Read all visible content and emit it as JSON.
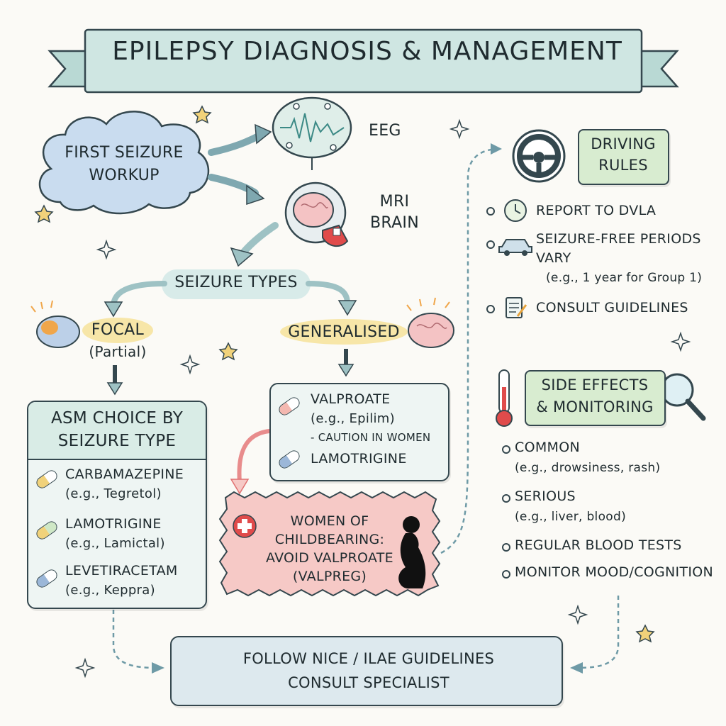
{
  "title": "EPILEPSY DIAGNOSIS & MANAGEMENT",
  "workup": {
    "start": "FIRST SEIZURE WORKUP",
    "eeg": "EEG",
    "mri_line1": "MRI",
    "mri_line2": "BRAIN"
  },
  "seizure_types": {
    "title": "SEIZURE TYPES",
    "focal": "FOCAL",
    "focal_sub": "(Partial)",
    "generalised": "GENERALISED"
  },
  "asm": {
    "title_line1": "ASM CHOICE BY",
    "title_line2": "SEIZURE TYPE",
    "drugs": [
      {
        "name": "CARBAMAZEPINE",
        "example": "(e.g., Tegretol)"
      },
      {
        "name": "LAMOTRIGINE",
        "example": "(e.g., Lamictal)"
      },
      {
        "name": "LEVETIRACETAM",
        "example": "(e.g., Keppra)"
      }
    ]
  },
  "generalised_drugs": {
    "valproate": "VALPROATE",
    "valproate_example": "(e.g., Epilim)",
    "valproate_note": "- CAUTION IN WOMEN",
    "lamotrigine": "LAMOTRIGINE"
  },
  "warning": {
    "line1": "WOMEN OF",
    "line2": "CHILDBEARING:",
    "line3": "AVOID VALPROATE",
    "line4": "(VALPREG)"
  },
  "driving": {
    "title_line1": "DRIVING",
    "title_line2": "RULES",
    "items": [
      {
        "text": "REPORT TO DVLA",
        "icon": "clock-icon"
      },
      {
        "text_line1": "SEIZURE-FREE PERIODS",
        "text_line2": "VARY",
        "sub": "(e.g., 1 year for Group 1)",
        "icon": "car-icon"
      },
      {
        "text": "CONSULT GUIDELINES",
        "icon": "document-icon"
      }
    ]
  },
  "side_effects": {
    "title_line1": "SIDE EFFECTS",
    "title_line2": "& MONITORING",
    "items": [
      {
        "text": "COMMON",
        "sub": "(e.g., drowsiness, rash)"
      },
      {
        "text": "SERIOUS",
        "sub": "(e.g., liver, blood)"
      },
      {
        "text": "REGULAR BLOOD TESTS"
      },
      {
        "text": "MONITOR MOOD/COGNITION"
      }
    ]
  },
  "footer": {
    "line1": "FOLLOW NICE / ILAE GUIDELINES",
    "line2": "CONSULT SPECIALIST"
  },
  "colors": {
    "ink": "#1f2b2f",
    "banner": "#cfe6e2",
    "cloud": "#c9dcef",
    "box_fill": "#eef5f3",
    "green_label": "#d8ecd0",
    "warning": "#f6c9c6",
    "focal_highlight": "#f7e6a8",
    "footer": "#dde9ee"
  }
}
